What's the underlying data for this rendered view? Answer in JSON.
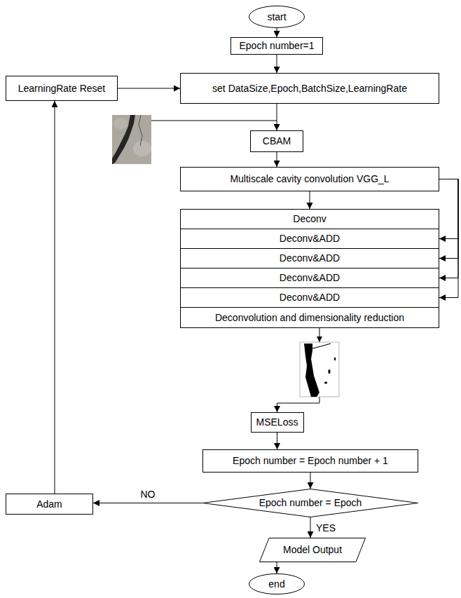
{
  "diagram": {
    "nodes": [
      {
        "text": [
          "start"
        ]
      },
      {
        "text": [
          "Epoch number=1"
        ]
      },
      {
        "text": [
          "LearningRate Reset"
        ]
      },
      {
        "text": [
          "set DataSize,Epoch,BatchSize,LearningRate"
        ]
      },
      {
        "text": [
          "CBAM"
        ]
      },
      {
        "text": [
          "Multiscale cavity convolution VGG_L"
        ]
      },
      {
        "text": [
          "Deconv"
        ]
      },
      {
        "text": [
          "Deconv&ADD"
        ]
      },
      {
        "text": [
          "Deconv&ADD"
        ]
      },
      {
        "text": [
          "Deconv&ADD"
        ]
      },
      {
        "text": [
          "Deconv&ADD"
        ]
      },
      {
        "text": [
          "Deconvolution and dimensionality reduction"
        ]
      },
      {
        "text": [
          "MSELoss"
        ]
      },
      {
        "text": [
          "Epoch number = Epoch number + 1"
        ]
      },
      {
        "text": [
          "Adam"
        ]
      },
      {
        "text": [
          "Epoch number = Epoch"
        ]
      },
      {
        "text": [
          "Model Output"
        ]
      },
      {
        "text": [
          "end"
        ]
      }
    ],
    "edges": [
      {
        "from": 0,
        "to": 1,
        "arrow": "to"
      },
      {
        "from": 1,
        "to": 3,
        "arrow": "to"
      },
      {
        "from": 2,
        "to": 3,
        "arrow": "to"
      },
      {
        "from": 3,
        "to": 4,
        "arrow": "to"
      },
      {
        "from": 4,
        "to": 5,
        "arrow": "to"
      },
      {
        "from": 5,
        "to": 6,
        "arrow": "to"
      },
      {
        "from": 5,
        "to": 7,
        "arrow": "to"
      },
      {
        "from": 5,
        "to": 8,
        "arrow": "to"
      },
      {
        "from": 5,
        "to": 9,
        "arrow": "to"
      },
      {
        "from": 5,
        "to": 10,
        "arrow": "to"
      },
      {
        "from": 11,
        "to": 12,
        "arrow": "to"
      },
      {
        "from": 12,
        "to": 13,
        "arrow": "to"
      },
      {
        "from": 13,
        "to": 15,
        "arrow": "to"
      },
      {
        "from": 15,
        "to": 14,
        "arrow": "to",
        "label": "NO"
      },
      {
        "from": 14,
        "to": 2,
        "arrow": "to"
      },
      {
        "from": 15,
        "to": 16,
        "arrow": "to",
        "label": "YES"
      },
      {
        "from": 16,
        "to": 17,
        "arrow": "to"
      }
    ]
  }
}
